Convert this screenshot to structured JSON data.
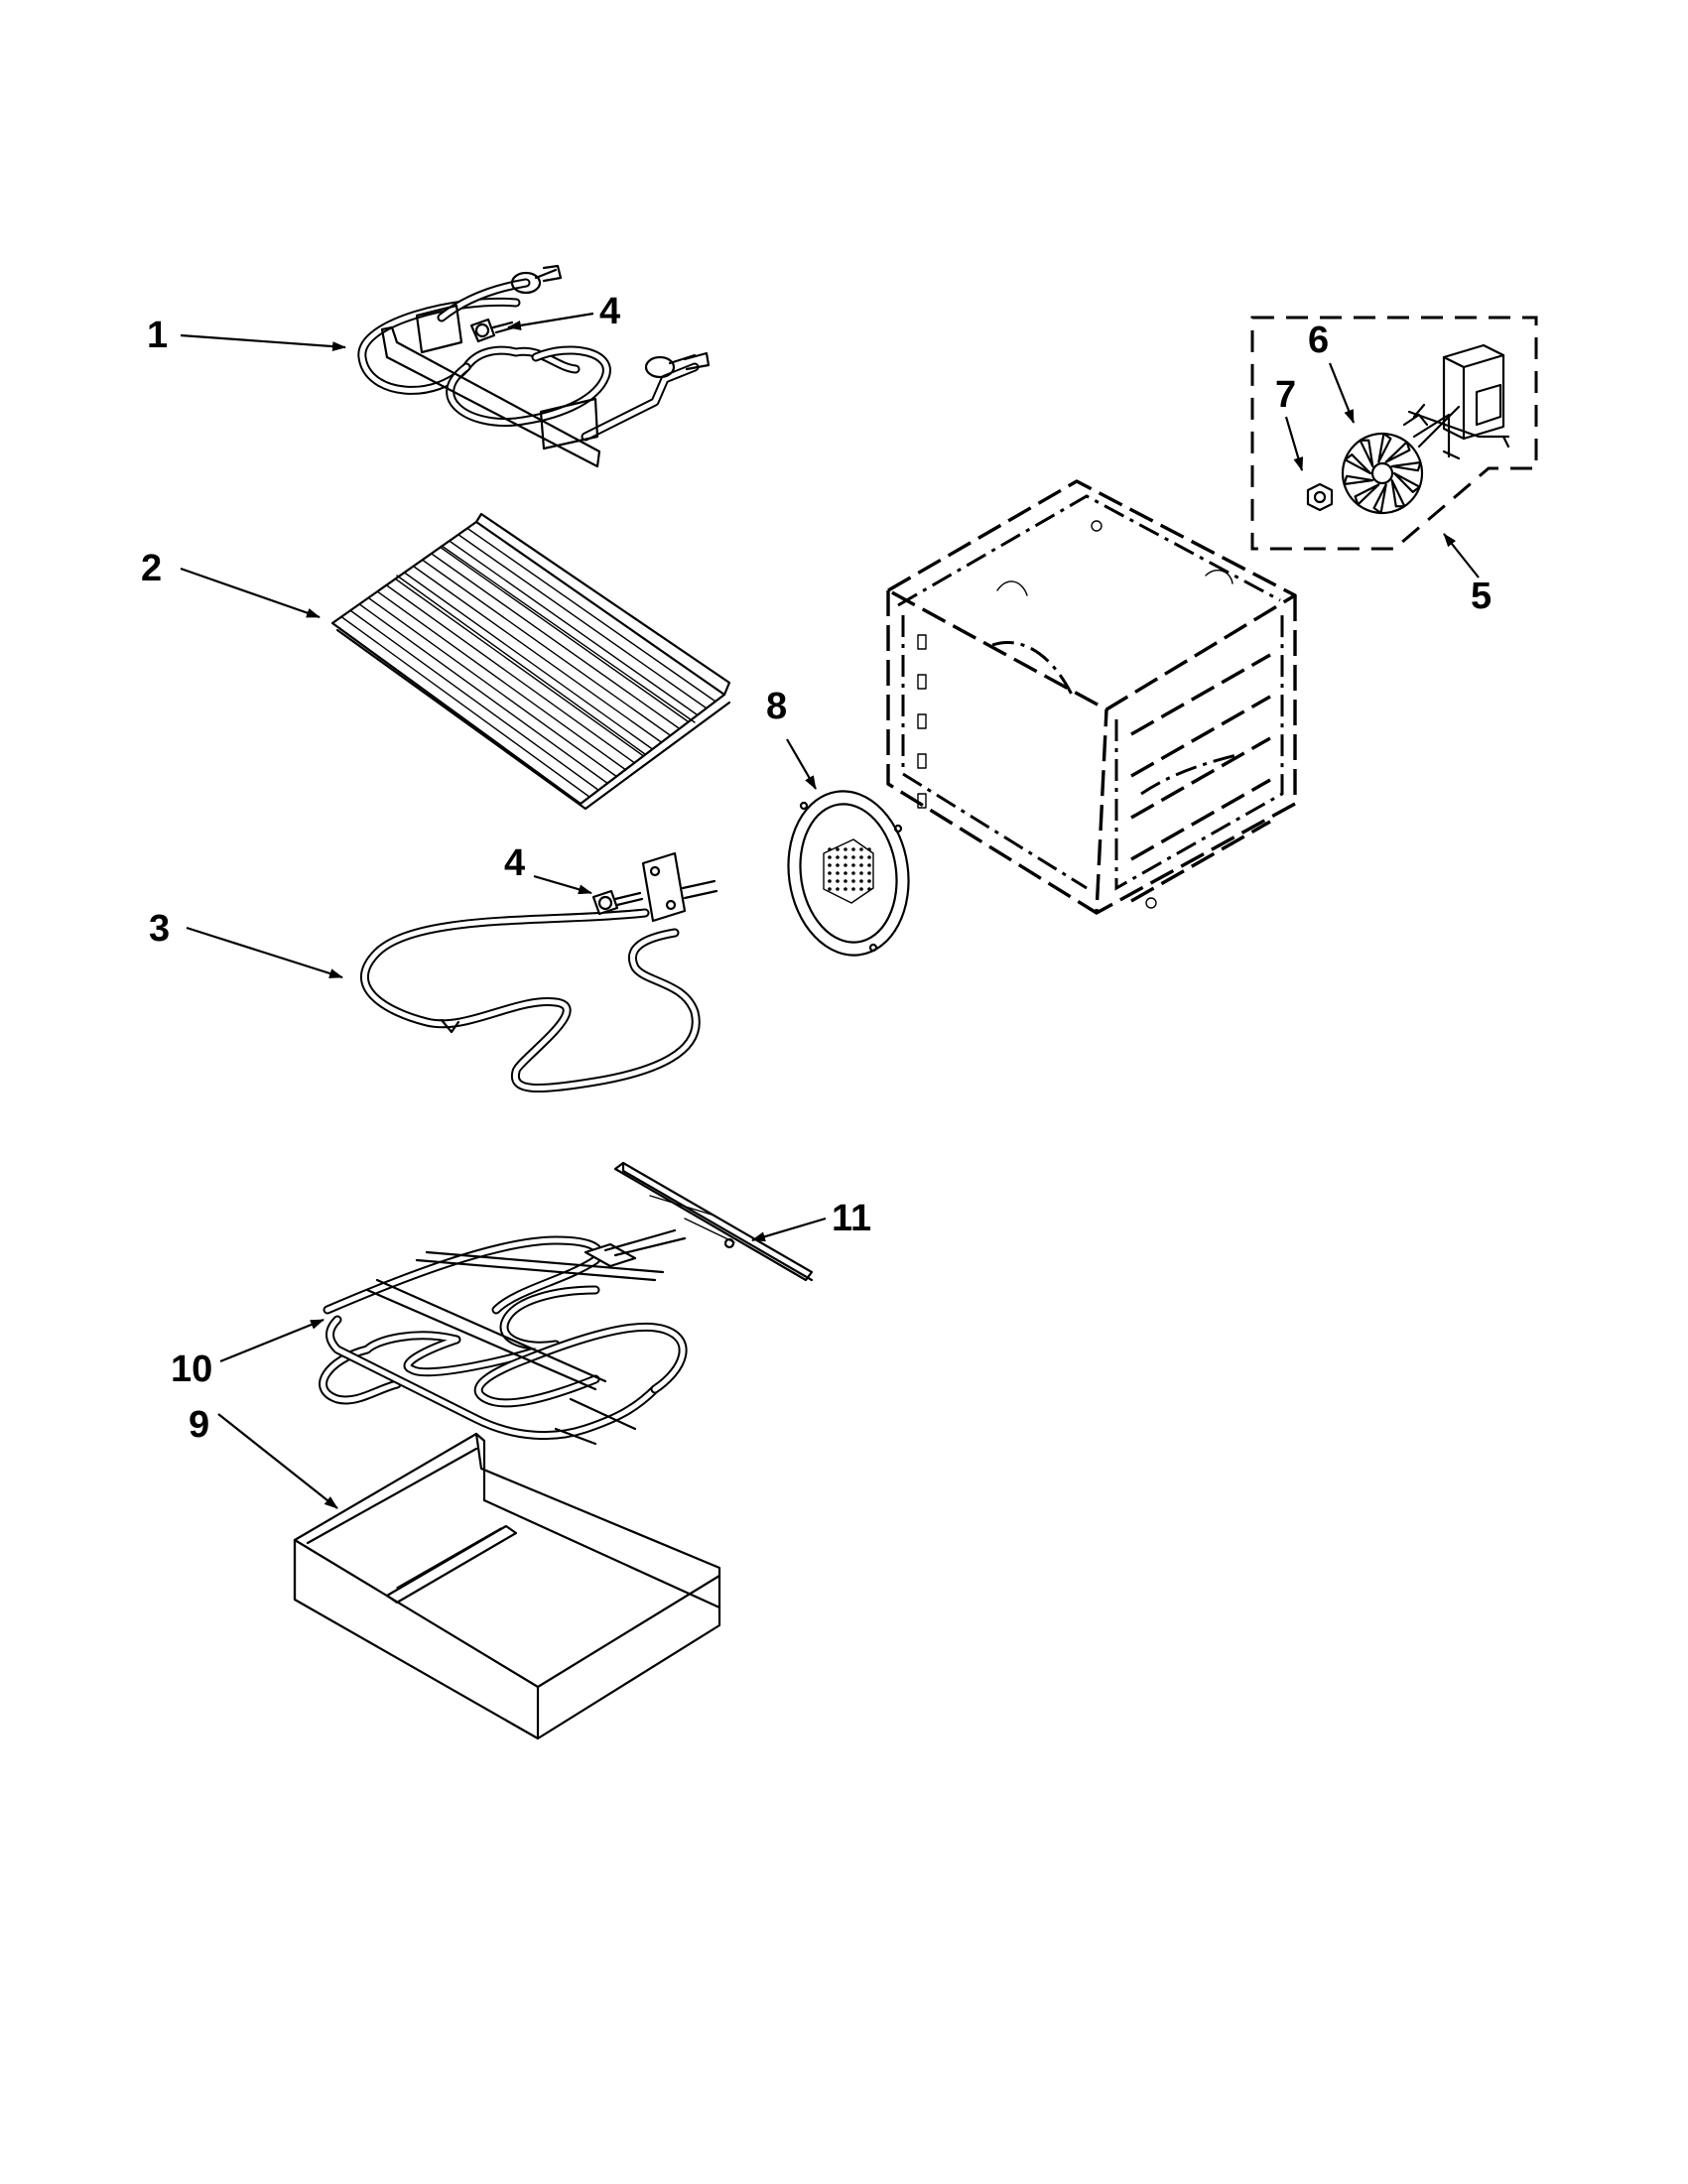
{
  "diagram": {
    "callouts": [
      {
        "id": "1",
        "label": "1"
      },
      {
        "id": "4a",
        "label": "4"
      },
      {
        "id": "2",
        "label": "2"
      },
      {
        "id": "3",
        "label": "3"
      },
      {
        "id": "4b",
        "label": "4"
      },
      {
        "id": "6",
        "label": "6"
      },
      {
        "id": "7",
        "label": "7"
      },
      {
        "id": "5",
        "label": "5"
      },
      {
        "id": "8",
        "label": "8"
      },
      {
        "id": "11",
        "label": "11"
      },
      {
        "id": "10",
        "label": "10"
      },
      {
        "id": "9",
        "label": "9"
      }
    ],
    "parts": [
      {
        "callout": "1",
        "icon": "broil-element-icon"
      },
      {
        "callout": "2",
        "icon": "oven-rack-icon"
      },
      {
        "callout": "3",
        "icon": "bake-element-icon"
      },
      {
        "callout": "4",
        "icon": "screw-icon"
      },
      {
        "callout": "5",
        "icon": "fan-motor-kit-icon"
      },
      {
        "callout": "6",
        "icon": "fan-blade-icon"
      },
      {
        "callout": "7",
        "icon": "nut-icon"
      },
      {
        "callout": "8",
        "icon": "fan-cover-icon"
      },
      {
        "callout": "9",
        "icon": "drawer-pan-icon"
      },
      {
        "callout": "10",
        "icon": "warming-element-icon"
      },
      {
        "callout": "11",
        "icon": "element-bracket-icon"
      }
    ]
  }
}
